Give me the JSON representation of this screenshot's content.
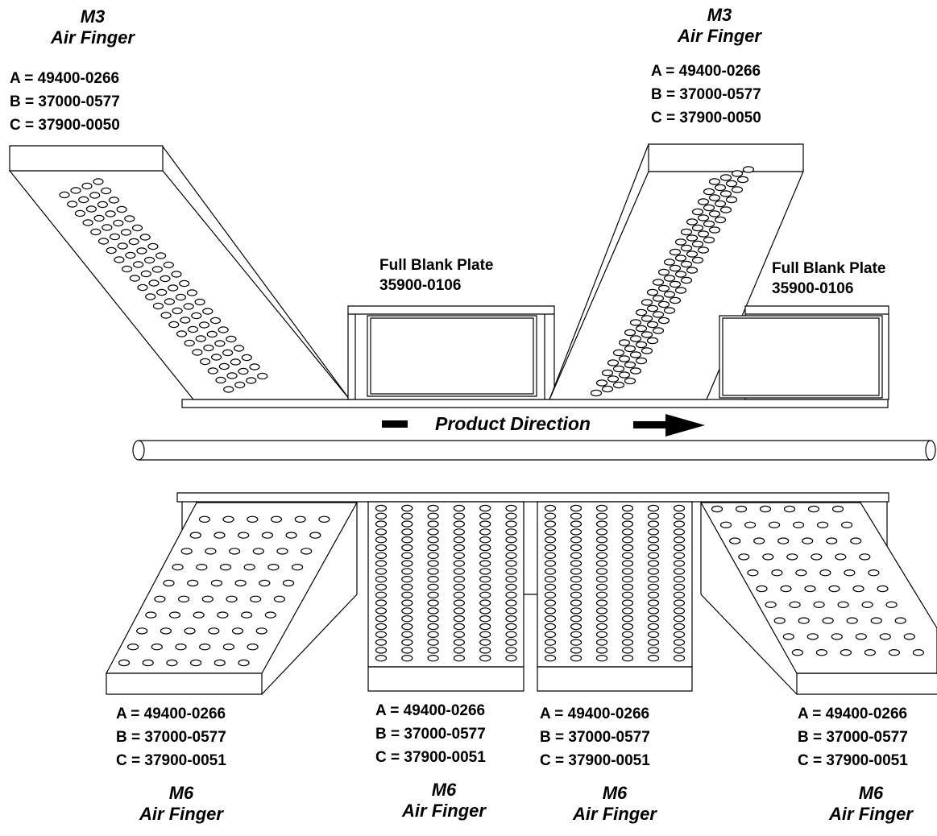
{
  "product_direction": "Product Direction",
  "m3_left": {
    "model": "M3",
    "name": "Air Finger",
    "parts": [
      "A = 49400-0266",
      "B = 37000-0577",
      "C = 37900-0050"
    ]
  },
  "m3_right": {
    "model": "M3",
    "name": "Air Finger",
    "parts": [
      "A = 49400-0266",
      "B = 37000-0577",
      "C = 37900-0050"
    ]
  },
  "blank_plate_1": {
    "name": "Full Blank Plate",
    "part": "35900-0106"
  },
  "blank_plate_2": {
    "name": "Full Blank Plate",
    "part": "35900-0106"
  },
  "m6_1": {
    "model": "M6",
    "name": "Air Finger",
    "parts": [
      "A = 49400-0266",
      "B = 37000-0577",
      "C = 37900-0051"
    ]
  },
  "m6_2": {
    "model": "M6",
    "name": "Air Finger",
    "parts": [
      "A = 49400-0266",
      "B = 37000-0577",
      "C = 37900-0051"
    ]
  },
  "m6_3": {
    "model": "M6",
    "name": "Air Finger",
    "parts": [
      "A = 49400-0266",
      "B = 37000-0577",
      "C = 37900-0051"
    ]
  },
  "m6_4": {
    "model": "M6",
    "name": "Air Finger",
    "parts": [
      "A = 49400-0266",
      "B = 37000-0577",
      "C = 37900-0051"
    ]
  },
  "colors": {
    "line": "#000000",
    "background": "#ffffff"
  }
}
